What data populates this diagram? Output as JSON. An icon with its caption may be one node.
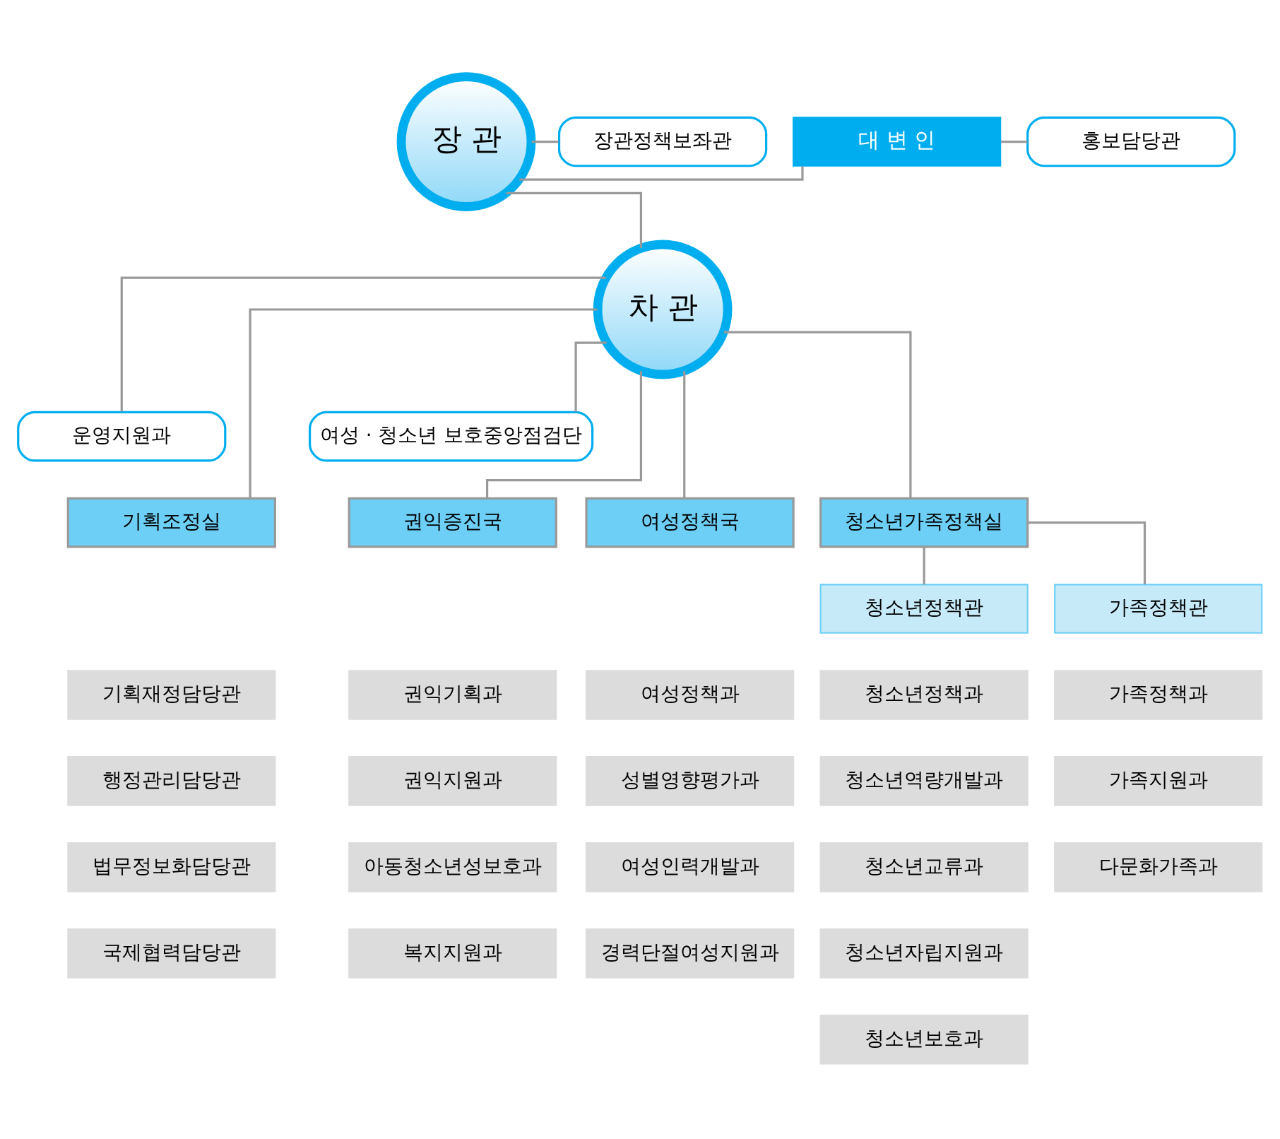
{
  "diagram": {
    "nodes": [
      {
        "text": [
          "장 관"
        ]
      },
      {
        "text": [
          "장관정책보좌관"
        ]
      },
      {
        "text": [
          "대 변 인"
        ]
      },
      {
        "text": [
          "홍보담당관"
        ]
      },
      {
        "text": [
          "차 관"
        ]
      },
      {
        "text": [
          "운영지원과"
        ]
      },
      {
        "text": [
          "여성 · 청소년 보호중앙점검단"
        ]
      },
      {
        "text": [
          "기획조정실"
        ]
      },
      {
        "text": [
          "여성정책국"
        ]
      },
      {
        "text": [
          "청소년가족정책실"
        ]
      },
      {
        "text": [
          "권익증진국"
        ]
      },
      {
        "text": [
          "기획재정담당관"
        ]
      },
      {
        "text": [
          "행정관리담당관"
        ]
      },
      {
        "text": [
          "법무정보화담당관"
        ]
      },
      {
        "text": [
          "국제협력담당관"
        ]
      },
      {
        "text": [
          "여성정책과"
        ]
      },
      {
        "text": [
          "성별영향평가과"
        ]
      },
      {
        "text": [
          "여성인력개발과"
        ]
      },
      {
        "text": [
          "경력단절여성지원과"
        ]
      },
      {
        "text": [
          "청소년정책관"
        ]
      },
      {
        "text": [
          "가족정책관"
        ]
      },
      {
        "text": [
          "청소년정책과"
        ]
      },
      {
        "text": [
          "청소년역량개발과"
        ]
      },
      {
        "text": [
          "청소년교류과"
        ]
      },
      {
        "text": [
          "청소년자립지원과"
        ]
      },
      {
        "text": [
          "청소년보호과"
        ]
      },
      {
        "text": [
          "가족정책과"
        ]
      },
      {
        "text": [
          "가족지원과"
        ]
      },
      {
        "text": [
          "다문화가족과"
        ]
      },
      {
        "text": [
          "권익기획과"
        ]
      },
      {
        "text": [
          "권익지원과"
        ]
      },
      {
        "text": [
          "아동청소년성보호과"
        ]
      },
      {
        "text": [
          "복지지원과"
        ]
      }
    ],
    "edges": [
      {
        "from": 0,
        "to": 1,
        "arrow": "none"
      },
      {
        "from": 0,
        "to": 2,
        "arrow": "none"
      },
      {
        "from": 2,
        "to": 3,
        "arrow": "none"
      },
      {
        "from": 0,
        "to": 4,
        "arrow": "none"
      },
      {
        "from": 4,
        "to": 5,
        "arrow": "none"
      },
      {
        "from": 4,
        "to": 6,
        "arrow": "none"
      },
      {
        "from": 4,
        "to": 7,
        "arrow": "none"
      },
      {
        "from": 4,
        "to": 8,
        "arrow": "none"
      },
      {
        "from": 4,
        "to": 9,
        "arrow": "none"
      },
      {
        "from": 4,
        "to": 10,
        "arrow": "none"
      },
      {
        "from": 9,
        "to": 19,
        "arrow": "none"
      },
      {
        "from": 9,
        "to": 20,
        "arrow": "none"
      }
    ]
  }
}
